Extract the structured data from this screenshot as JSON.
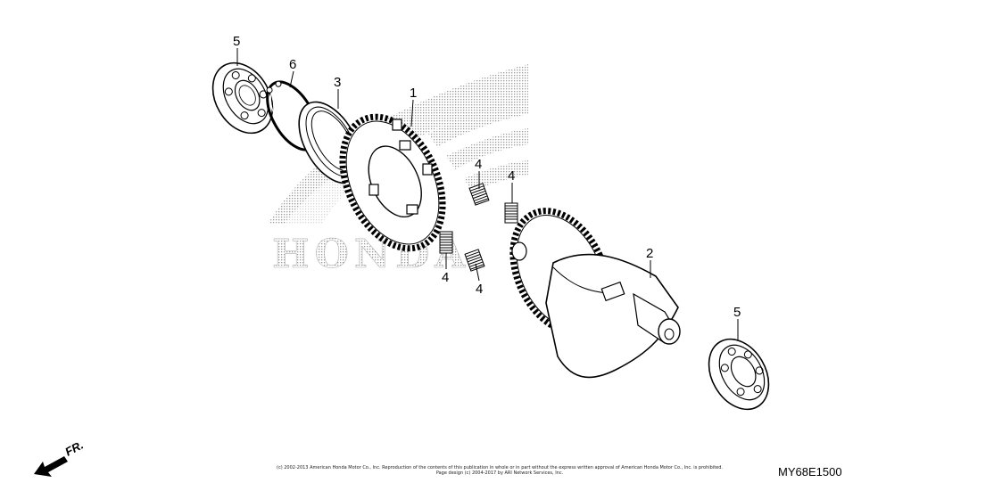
{
  "watermark": {
    "brand": "HONDA"
  },
  "callouts": [
    {
      "id": "c1",
      "label": "1"
    },
    {
      "id": "c2",
      "label": "2"
    },
    {
      "id": "c3",
      "label": "3"
    },
    {
      "id": "c4a",
      "label": "4"
    },
    {
      "id": "c4b",
      "label": "4"
    },
    {
      "id": "c4c",
      "label": "4"
    },
    {
      "id": "c4d",
      "label": "4"
    },
    {
      "id": "c5a",
      "label": "5"
    },
    {
      "id": "c5b",
      "label": "5"
    },
    {
      "id": "c6",
      "label": "6"
    }
  ],
  "direction": {
    "label": "FR."
  },
  "footer": {
    "copyright_line1": "(c) 2002-2013 American Honda Motor Co., Inc. Reproduction of the contents of this publication in whole or in part without the express written approval of American Honda Motor Co., Inc. is prohibited.",
    "copyright_line2": "Page design (c) 2004-2017 by ARI Network Services, Inc.",
    "diagram_code": "MY68E1500"
  }
}
